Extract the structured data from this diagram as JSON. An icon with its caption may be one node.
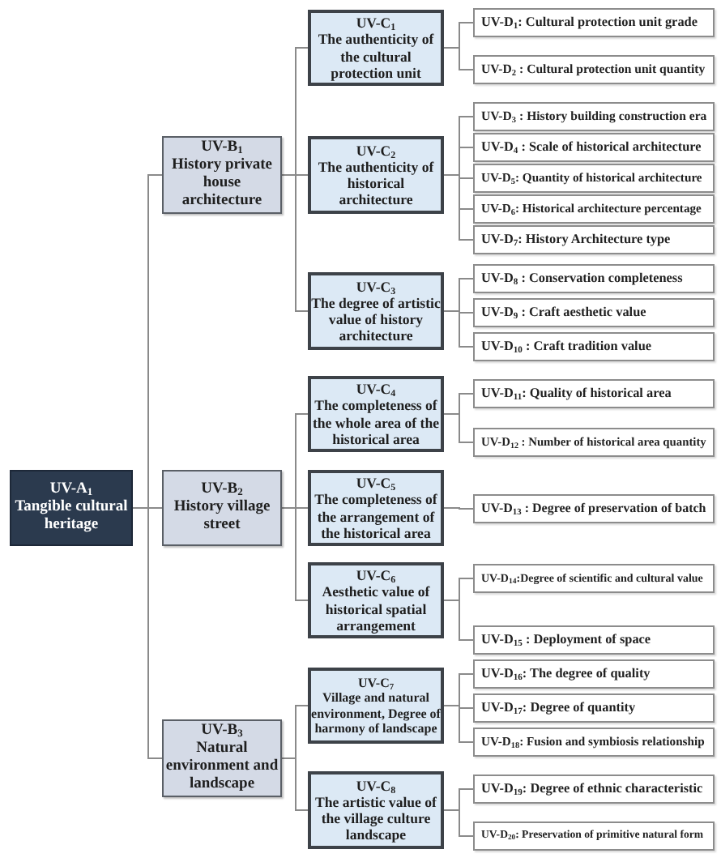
{
  "diagram": {
    "nodes": [
      {
        "text": [
          "UV-A$_{1}$",
          "Tangible cultural heritage"
        ]
      },
      {
        "text": [
          "UV-B$_{1}$",
          "History private house architecture"
        ]
      },
      {
        "text": [
          "UV-B$_{2}$",
          "History village street"
        ]
      },
      {
        "text": [
          "UV-B$_{3}$",
          "Natural environment and landscape"
        ]
      },
      {
        "text": [
          "UV-C$_{1}$",
          "The authenticity of the cultural protection unit"
        ]
      },
      {
        "text": [
          "UV-C$_{2}$",
          "The authenticity of historical architecture"
        ]
      },
      {
        "text": [
          "UV-C$_{3}$",
          "The degree of artistic value of history architecture"
        ]
      },
      {
        "text": [
          "UV-C$_{4}$",
          "The completeness of the whole area of the historical area"
        ]
      },
      {
        "text": [
          "UV-C$_{5}$",
          "The completeness of the arrangement of the historical area"
        ]
      },
      {
        "text": [
          "UV-C$_{6}$",
          "Aesthetic value of historical spatial arrangement"
        ]
      },
      {
        "text": [
          "UV-C$_{7}$",
          "Village and natural environment, Degree of harmony of landscape"
        ]
      },
      {
        "text": [
          "UV-C$_{8}$",
          "The artistic value of the village culture landscape"
        ]
      },
      {
        "text": [
          "UV-D$_{1}$: Cultural protection unit grade"
        ]
      },
      {
        "text": [
          "UV-D$_{2}$ : Cultural protection unit quantity"
        ]
      },
      {
        "text": [
          "UV-D$_{3}$ : History building construction era"
        ]
      },
      {
        "text": [
          "UV-D$_{4}$ : Scale of historical architecture"
        ]
      },
      {
        "text": [
          "UV-D$_{5}$: Quantity of historical architecture"
        ]
      },
      {
        "text": [
          "UV-D$_{6}$: Historical architecture percentage"
        ]
      },
      {
        "text": [
          "UV-D$_{7}$: History Architecture type"
        ]
      },
      {
        "text": [
          "UV-D$_{8}$ : Conservation completeness"
        ]
      },
      {
        "text": [
          "UV-D$_{9}$ : Craft aesthetic value"
        ]
      },
      {
        "text": [
          "UV-D$_{10}$ : Craft tradition value"
        ]
      },
      {
        "text": [
          "UV-D$_{11}$: Quality of historical area"
        ]
      },
      {
        "text": [
          "UV-D$_{12}$ : Number of historical area quantity"
        ]
      },
      {
        "text": [
          "UV-D$_{13}$ : Degree of preservation of batch"
        ]
      },
      {
        "text": [
          "UV-D$_{14}$:Degree of scientific and cultural value"
        ]
      },
      {
        "text": [
          "UV-D$_{15}$ : Deployment of space"
        ]
      },
      {
        "text": [
          "UV-D$_{16}$: The degree of quality"
        ]
      },
      {
        "text": [
          "UV-D$_{17}$: Degree of quantity"
        ]
      },
      {
        "text": [
          "UV-D$_{18}$: Fusion and symbiosis relationship"
        ]
      },
      {
        "text": [
          "UV-D$_{19}$: Degree of ethnic characteristic"
        ]
      },
      {
        "text": [
          "UV-D$_{20}$: Preservation of primitive natural form"
        ]
      }
    ],
    "edges": [
      {
        "from": 0,
        "to": 1,
        "arrow": "none"
      },
      {
        "from": 0,
        "to": 2,
        "arrow": "none"
      },
      {
        "from": 0,
        "to": 3,
        "arrow": "none"
      },
      {
        "from": 1,
        "to": 4,
        "arrow": "none"
      },
      {
        "from": 1,
        "to": 5,
        "arrow": "none"
      },
      {
        "from": 1,
        "to": 6,
        "arrow": "none"
      },
      {
        "from": 2,
        "to": 7,
        "arrow": "none"
      },
      {
        "from": 2,
        "to": 8,
        "arrow": "none"
      },
      {
        "from": 2,
        "to": 9,
        "arrow": "none"
      },
      {
        "from": 3,
        "to": 10,
        "arrow": "none"
      },
      {
        "from": 3,
        "to": 11,
        "arrow": "none"
      },
      {
        "from": 4,
        "to": 12,
        "arrow": "none"
      },
      {
        "from": 4,
        "to": 13,
        "arrow": "none"
      },
      {
        "from": 5,
        "to": 14,
        "arrow": "none"
      },
      {
        "from": 5,
        "to": 15,
        "arrow": "none"
      },
      {
        "from": 5,
        "to": 16,
        "arrow": "none"
      },
      {
        "from": 5,
        "to": 17,
        "arrow": "none"
      },
      {
        "from": 5,
        "to": 18,
        "arrow": "none"
      },
      {
        "from": 6,
        "to": 19,
        "arrow": "none"
      },
      {
        "from": 6,
        "to": 20,
        "arrow": "none"
      },
      {
        "from": 6,
        "to": 21,
        "arrow": "none"
      },
      {
        "from": 7,
        "to": 22,
        "arrow": "none"
      },
      {
        "from": 7,
        "to": 23,
        "arrow": "none"
      },
      {
        "from": 8,
        "to": 24,
        "arrow": "none"
      },
      {
        "from": 9,
        "to": 25,
        "arrow": "none"
      },
      {
        "from": 9,
        "to": 26,
        "arrow": "none"
      },
      {
        "from": 10,
        "to": 27,
        "arrow": "none"
      },
      {
        "from": 10,
        "to": 28,
        "arrow": "none"
      },
      {
        "from": 10,
        "to": 29,
        "arrow": "none"
      },
      {
        "from": 11,
        "to": 30,
        "arrow": "none"
      },
      {
        "from": 11,
        "to": 31,
        "arrow": "none"
      }
    ]
  }
}
